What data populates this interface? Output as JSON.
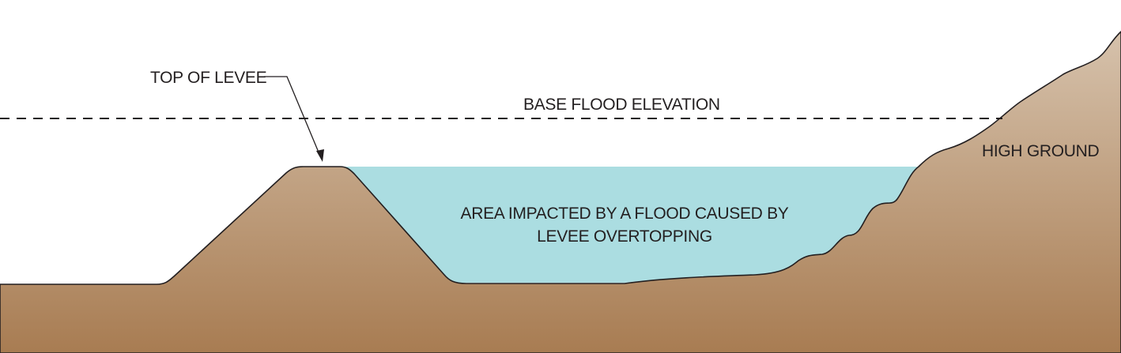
{
  "labels": {
    "top_of_levee": "TOP OF LEVEE",
    "base_flood_elevation": "BASE FLOOD ELEVATION",
    "high_ground": "HIGH GROUND",
    "impact_area_line1": "AREA IMPACTED BY A FLOOD CAUSED BY",
    "impact_area_line2": "LEVEE OVERTOPPING"
  },
  "colors": {
    "ground_light": "#d6c2ac",
    "ground_dark": "#a87c52",
    "water": "#abdde1",
    "outline": "#231f20"
  }
}
